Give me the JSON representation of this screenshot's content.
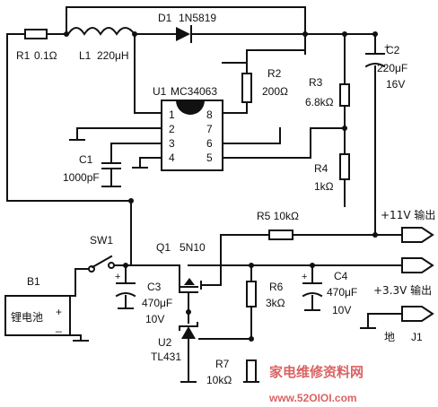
{
  "components": {
    "R1": {
      "ref": "R1",
      "value": "0.1Ω"
    },
    "L1": {
      "ref": "L1",
      "value": "220μH"
    },
    "D1": {
      "ref": "D1",
      "value": "1N5819"
    },
    "U1": {
      "ref": "U1",
      "value": "MC34063",
      "pins": [
        "1",
        "2",
        "3",
        "4",
        "8",
        "7",
        "6",
        "5"
      ]
    },
    "R2": {
      "ref": "R2",
      "value": "200Ω"
    },
    "R3": {
      "ref": "R3",
      "value": "6.8kΩ"
    },
    "R4": {
      "ref": "R4",
      "value": "1kΩ"
    },
    "C1": {
      "ref": "C1",
      "value": "1000pF"
    },
    "C2": {
      "ref": "C2",
      "value": "220μF",
      "voltage": "16V"
    },
    "R5": {
      "label": "R5 10kΩ"
    },
    "SW1": {
      "ref": "SW1"
    },
    "Q1": {
      "ref": "Q1",
      "value": "5N10"
    },
    "C3": {
      "ref": "C3",
      "value": "470μF",
      "voltage": "10V"
    },
    "R6": {
      "ref": "R6",
      "value": "3kΩ"
    },
    "C4": {
      "ref": "C4",
      "value": "470μF",
      "voltage": "10V"
    },
    "U2": {
      "ref": "U2",
      "value": "TL431"
    },
    "R7": {
      "ref": "R7",
      "value": "10kΩ"
    },
    "B1": {
      "ref": "B1",
      "label": "锂电池",
      "plus": "+",
      "minus": "_"
    },
    "J1": {
      "ref": "J1"
    }
  },
  "outputs": {
    "out11": "+11V 输出",
    "out33": "+3.3V 输出",
    "gnd": "地"
  },
  "watermark": {
    "site_cn": "家电维修资料网",
    "site_url": "www.52OIOI.com"
  }
}
